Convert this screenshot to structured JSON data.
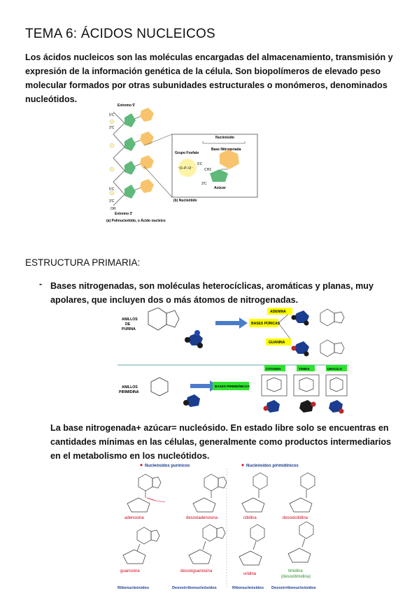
{
  "title": "TEMA 6: ÁCIDOS NUCLEICOS",
  "intro": "Los ácidos nucleicos son las moléculas encargadas del almacenamiento, transmisión y expresión de la información genética de la célula. Son biopolímeros de elevado peso molecular formados por otras subunidades estructurales o monómeros, denominados nucleótidos.",
  "fig1": {
    "extremo5": "Extremo 5'",
    "extremo3": "Extremo 3'",
    "c5a": "5'C",
    "c3a": "3'C",
    "c5b": "5'C",
    "c3b": "3'C",
    "oh": "OH",
    "nucleosido": "Nucleósido",
    "base_nitrogenada": "Base Nitrogenada",
    "grupo_fosfato": "Grupo Fosfato",
    "c5": "5'C",
    "ch2": "CH2",
    "c3": "3'C",
    "azucar": "Azúcar",
    "caption_b": "(b) Nucleótido",
    "caption_a": "(a) Polinucleótido, o Ácido nucleico"
  },
  "section2": "ESTRUCTURA PRIMARIA:",
  "bullet_dash": "-",
  "bases_text": "Bases nitrogenadas, son moléculas heterocíclicas, aromáticas y planas, muy apolares, que incluyen dos o más átomos de nitrogenadas.",
  "fig2": {
    "anillos_purina_1": "ANILLOS",
    "anillos_purina_2": "DE",
    "anillos_purina_3": "PURINA",
    "bases_puricas": "BASES PÚRICAS",
    "adenina": "ADENINA",
    "guanina": "GUANINA",
    "anillos_pirimidina_1": "ANILLOS",
    "anillos_pirimidina_2": "PIRIMIDINA",
    "bases_pirimidinicas": "BASES PIRIMIDÍNICAS",
    "citosina": "CITOSINA",
    "timina": "TIMINA",
    "uracilo": "URACILO"
  },
  "nucleosido_text": "La base nitrogenada+ azúcar= nucleósido. En estado libre solo se encuentras en cantidades mínimas en las células, generalmente como productos intermediarios en el metabolismo en los nucleótidos.",
  "fig3": {
    "head_purinicos": "Nucleósidos purínicos",
    "head_pirimidinicos": "Nucleósidos pirimidínicos",
    "adenosina": "adenosina",
    "desoxiadenosina": "desoxiadenosina",
    "citidina": "citidina",
    "desoxicitidina": "desoxicitidina",
    "guanosina": "guanosina",
    "desoxiguanosina": "desoxiguanosina",
    "uridina": "uridina",
    "timidina": "timidina",
    "desoxitimidina": "(desoxitimidina)",
    "ribonucleosidos_1": "Ribonucleósidos",
    "desoxi_1": "Desoxirribonucleósidos",
    "ribonucleosidos_2": "Ribonucleósidos",
    "desoxi_2": "Desoxirribonucleósidos"
  },
  "colors": {
    "pentose": "#5fb97a",
    "base": "#f7c46d",
    "phosphate": "#fff3a8",
    "arrow": "#4a7cc9",
    "purine_box": "#ffff00",
    "pyrimidine_box": "#2ee32e",
    "red_label": "#d0021b",
    "green_label": "#2a8a2a"
  }
}
